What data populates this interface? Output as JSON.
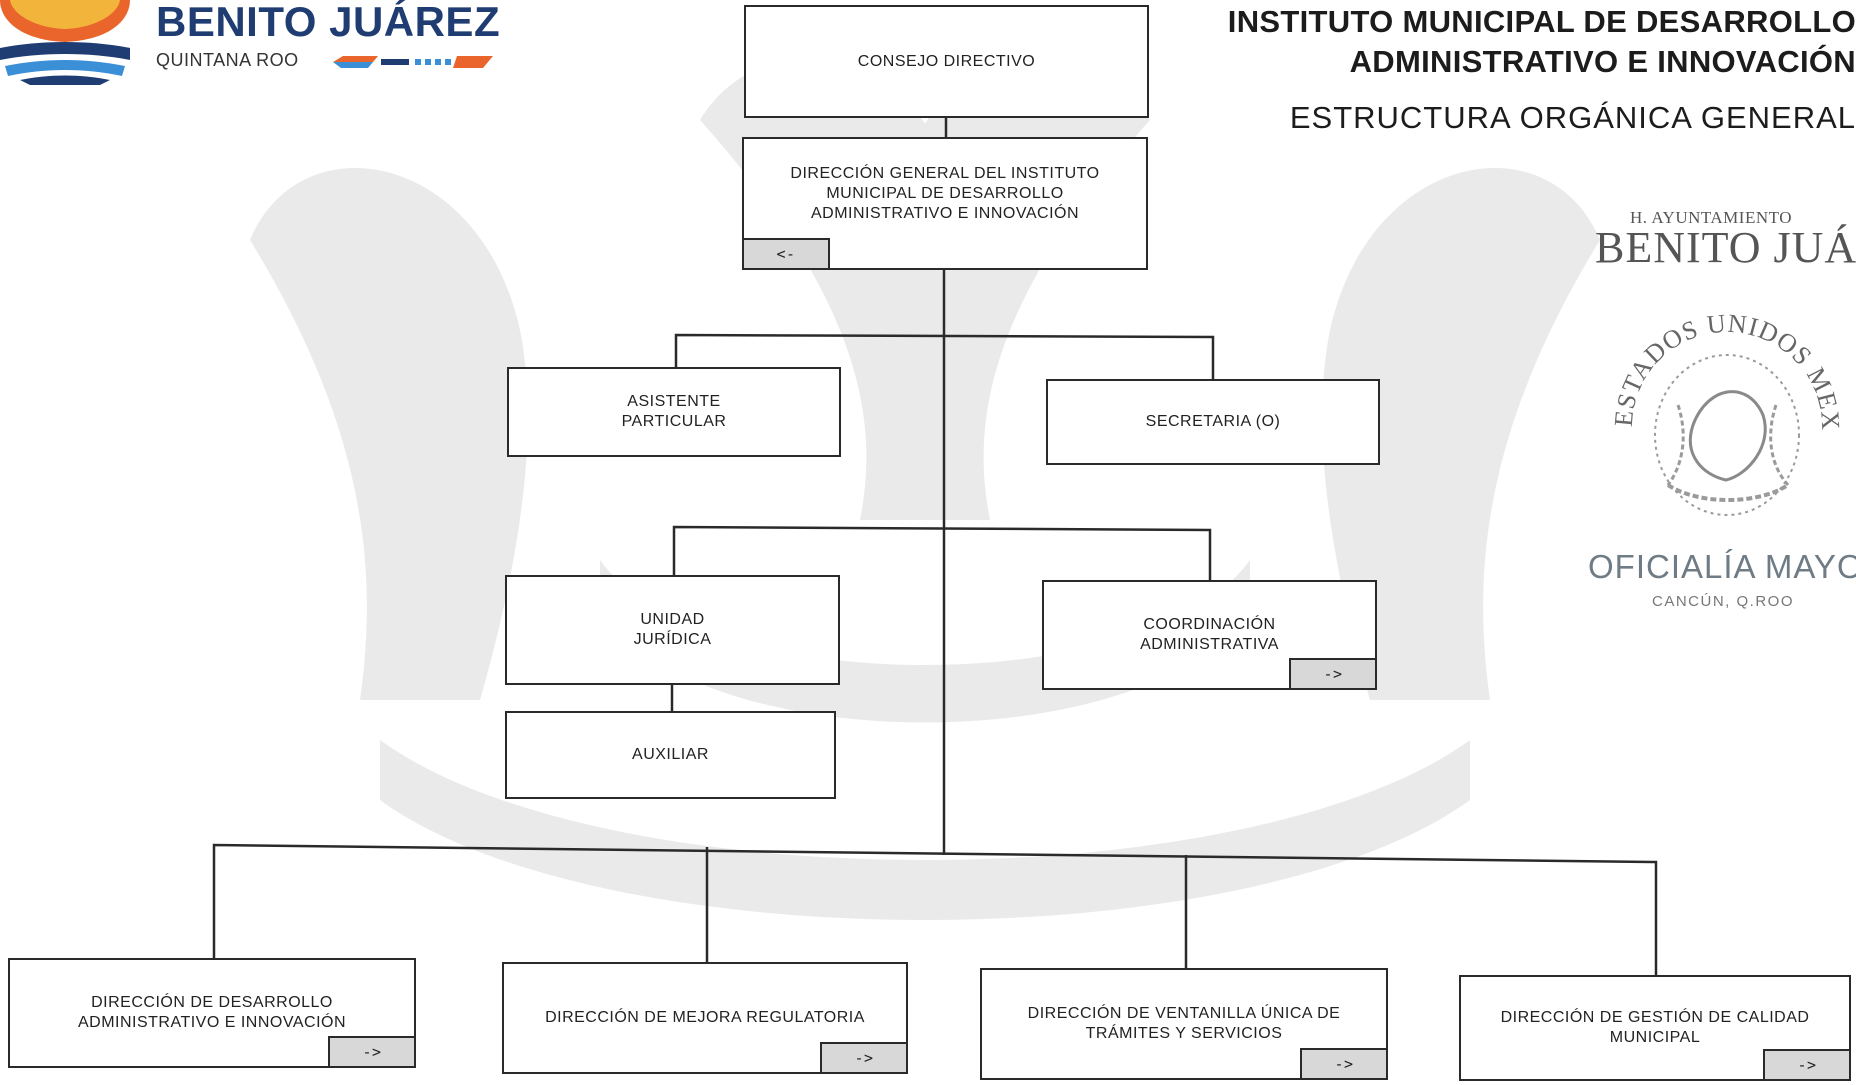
{
  "header": {
    "brand_title": "BENITO JUÁREZ",
    "brand_subtitle": "QUINTANA ROO",
    "institute_title": "INSTITUTO MUNICIPAL DE DESARROLLO\nADMINISTRATIVO E INNOVACIÓN",
    "structure_title": "ESTRUCTURA ORGÁNICA GENERAL"
  },
  "stamp": {
    "top_line": "H. AYUNTAMIENTO",
    "name": "BENITO JUÁREZ",
    "seal_text": "ESTADOS UNIDOS MEXICANOS",
    "office": "OFICIALÍA MAYOR",
    "city": "CANCÚN, Q.ROO"
  },
  "nodes": {
    "consejo": "CONSEJO DIRECTIVO",
    "direccion_general": "DIRECCIÓN GENERAL DEL INSTITUTO\nMUNICIPAL DE DESARROLLO\nADMINISTRATIVO E INNOVACIÓN",
    "asistente": "ASISTENTE\nPARTICULAR",
    "secretaria": "SECRETARIA (O)",
    "unidad_juridica": "UNIDAD\nJURÍDICA",
    "coordinacion": "COORDINACIÓN\nADMINISTRATIVA",
    "auxiliar": "AUXILIAR",
    "dir_desarrollo": "DIRECCIÓN DE DESARROLLO\nADMINISTRATIVO E INNOVACIÓN",
    "dir_mejora": "DIRECCIÓN DE MEJORA REGULATORIA",
    "dir_ventanilla": "DIRECCIÓN DE VENTANILLA ÚNICA DE\nTRÁMITES Y SERVICIOS",
    "dir_calidad": "DIRECCIÓN DE GESTIÓN DE CALIDAD\nMUNICIPAL"
  },
  "nav": {
    "back": "<-",
    "forward": "->"
  },
  "colors": {
    "brand_blue": "#1f3d73",
    "brand_orange": "#e9652b",
    "brand_yellow": "#f2b43a",
    "brand_light_blue": "#3b8fd6",
    "line": "#2a2a2a",
    "nav_button": "#d8d8d8",
    "watermark": "#dcdcdc"
  }
}
